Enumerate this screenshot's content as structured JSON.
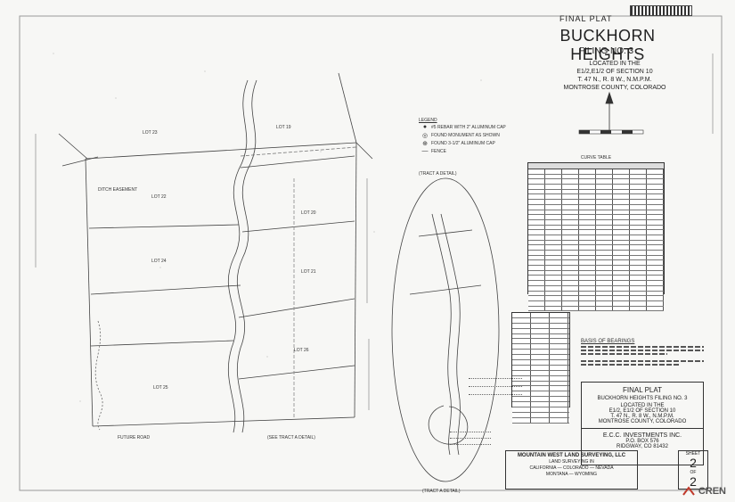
{
  "title_block": {
    "heading": "FINAL PLAT",
    "subdivision": "BUCKHORN HEIGHTS",
    "filing": "FILING NO. 3",
    "location": [
      "LOCATED IN THE",
      "E1/2,E1/2 OF SECTION 10",
      "T. 47 N., R. 8 W., N.M.P.M.",
      "MONTROSE COUNTY, COLORADO"
    ]
  },
  "legend": {
    "title": "LEGEND",
    "items": [
      {
        "symbol": "●",
        "label": "#5 REBAR WITH 2\" ALUMINUM CAP"
      },
      {
        "symbol": "◎",
        "label": "FOUND MONUMENT AS SHOWN"
      },
      {
        "symbol": "⊕",
        "label": "FOUND 3-1/2\" ALUMINUM CAP"
      },
      {
        "symbol": "—",
        "label": "FENCE"
      }
    ]
  },
  "curve_table": {
    "title": "CURVE TABLE",
    "rows": 28
  },
  "line_table": {
    "rows": 21
  },
  "basis": {
    "title": "BASIS OF BEARINGS"
  },
  "plat_labels": {
    "lot_left_top": "LOT 23",
    "lot_left_mid": "LOT 22",
    "lot_left_low": "LOT 24",
    "lot_left_bottom": "LOT 25",
    "lot_right_top": "LOT 19",
    "lot_right_mid": "LOT 20",
    "lot_right_low": "LOT 21",
    "lot_right_bottom": "LOT 26",
    "ditch_easement": "DITCH EASEMENT",
    "future_road": "FUTURE ROAD",
    "tract_a": "(TRACT A DETAIL)",
    "see_tract": "(SEE TRACT A DETAIL)"
  },
  "title_box": {
    "heading": "FINAL PLAT",
    "subdivision": "BUCKHORN HEIGHTS FILING NO. 3",
    "location": [
      "LOCATED IN THE",
      "E1/2, E1/2 OF SECTION 10",
      "T. 47 N., R. 8 W., N.M.P.M.",
      "MONTROSE COUNTY, COLORADO"
    ],
    "owner": "E.C.C. INVESTMENTS INC.",
    "owner_address": [
      "P.O. BOX 576",
      "RIDGWAY, CO 81432"
    ]
  },
  "firm": {
    "name": "MOUNTAIN WEST LAND SURVEYING, LLC",
    "service": "LAND SURVEYING IN",
    "states": "CALIFORNIA — COLORADO — NEVADA",
    "states2": "MONTANA — WYOMING"
  },
  "sheet": {
    "label": "SHEET",
    "number": "2",
    "of_label": "OF",
    "total": "2"
  },
  "watermark": "CREN"
}
